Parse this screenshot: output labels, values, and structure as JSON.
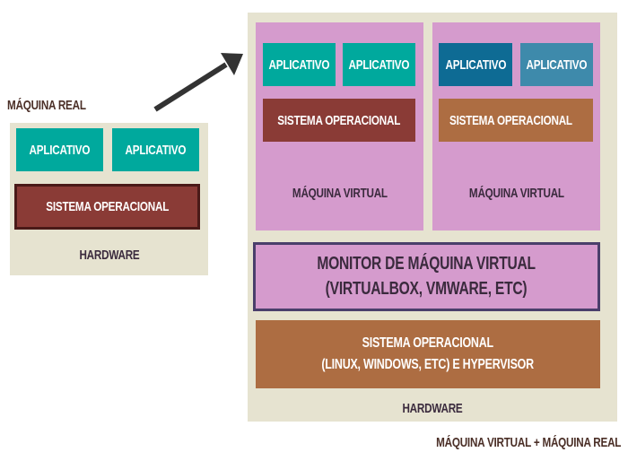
{
  "real_machine": {
    "title": "MÁQUINA REAL",
    "apps": [
      "APLICATIVO",
      "APLICATIVO"
    ],
    "os": "SISTEMA OPERACIONAL",
    "hardware": "HARDWARE"
  },
  "virtualized": {
    "vms": [
      {
        "apps": [
          "APLICATIVO",
          "APLICATIVO"
        ],
        "os": "SISTEMA OPERACIONAL",
        "label": "MÁQUINA VIRTUAL"
      },
      {
        "apps": [
          "APLICATIVO",
          "APLICATIVO"
        ],
        "os": "SISTEMA OPERACIONAL",
        "label": "MÁQUINA VIRTUAL"
      }
    ],
    "monitor": {
      "line1": "MONITOR DE MÁQUINA VIRTUAL",
      "line2": "(VIRTUALBOX, VMWARE, ETC)"
    },
    "host_os": {
      "line1": "SISTEMA OPERACIONAL",
      "line2": "(LINUX, WINDOWS, ETC) E HYPERVISOR"
    },
    "hardware": "HARDWARE",
    "caption": "MÁQUINA VIRTUAL +  MÁQUINA REAL"
  },
  "colors": {
    "cream": "#e6e3d0",
    "pink": "#d59bcd",
    "teal": "#00a99d",
    "dark_blue": "#0e6b94",
    "light_blue": "#3e8aab",
    "maroon": "#8a3b36",
    "brown": "#ad6d42",
    "monitor_border": "#4a3f6b",
    "arrow": "#333333"
  }
}
